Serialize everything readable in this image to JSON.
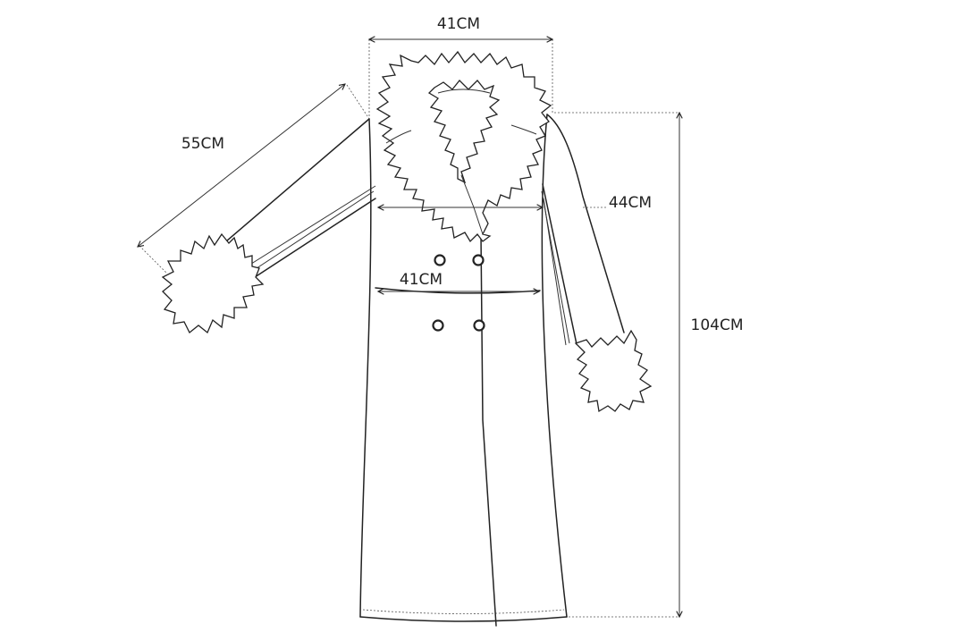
{
  "diagram": {
    "subject": "fur-trimmed long coat measurement sketch",
    "line_color": "#222222",
    "background": "#ffffff",
    "measurements": {
      "shoulder_width": "41CM",
      "sleeve_length": "55CM",
      "chest_width": "44CM",
      "waist_width": "41CM",
      "total_length": "104CM"
    }
  }
}
